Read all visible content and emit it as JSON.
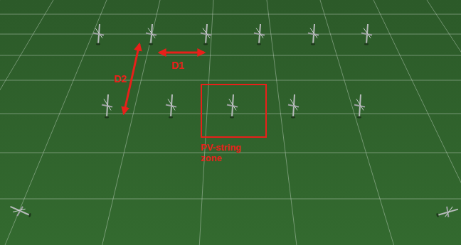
{
  "diagram": {
    "nodes": [
      {
        "text": [
          "PV-string zone"
        ]
      }
    ],
    "labels": [
      "D1",
      "D2"
    ]
  }
}
